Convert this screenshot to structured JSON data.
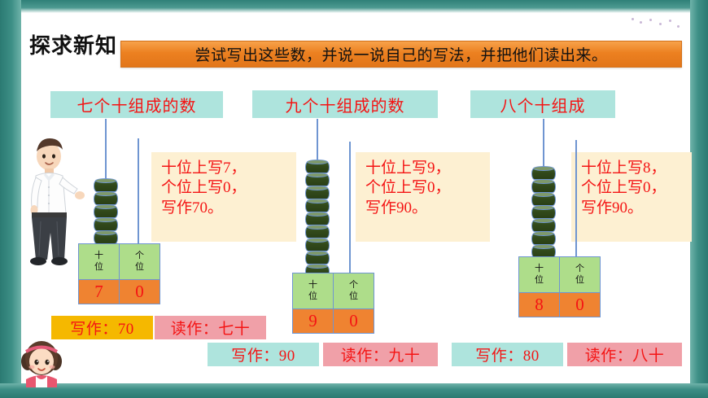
{
  "slide": {
    "section_title": "探求新知",
    "banner_text": "尝试写出这些数，并说一说自己的写法，并把他们读出来。"
  },
  "colors": {
    "frame_teal": "#2b7a72",
    "banner_orange": "#ec8020",
    "cyan_box": "#aee4dd",
    "cream_box": "#fdf0d2",
    "red_text": "#f41414",
    "green_header": "#aedd8a",
    "orange_cell": "#ef8331",
    "gold_chip": "#f5b800",
    "pink_chip": "#f0a0a8",
    "bead_green": "#31491b",
    "rod_blue": "#6f95d1"
  },
  "groups": [
    {
      "id": "group-70",
      "heading": "七个十组成的数",
      "explanation": [
        "十位上写7，",
        "个位上写0，",
        "写作70。"
      ],
      "abacus": {
        "beads": 7,
        "rod_label": "tens-rod"
      },
      "table": {
        "headers": [
          "十位",
          "个位"
        ],
        "digits": [
          "7",
          "0"
        ]
      },
      "write_chip": "写作：70",
      "read_chip": "读作：七十"
    },
    {
      "id": "group-90",
      "heading": "九个十组成的数",
      "explanation": [
        "十位上写9，",
        "个位上写0，",
        "写作90。"
      ],
      "abacus": {
        "beads": 9,
        "rod_label": "tens-rod"
      },
      "table": {
        "headers": [
          "十位",
          "个位"
        ],
        "digits": [
          "9",
          "0"
        ]
      },
      "write_chip": "写作：90",
      "read_chip": "读作：九十"
    },
    {
      "id": "group-80",
      "heading": "八个十组成",
      "explanation": [
        "十位上写8，",
        "个位上写0，",
        "写作90。"
      ],
      "abacus": {
        "beads": 8,
        "rod_label": "tens-rod"
      },
      "table": {
        "headers": [
          "十位",
          "个位"
        ],
        "digits": [
          "8",
          "0"
        ]
      },
      "write_chip": "写作：80",
      "read_chip": "读作：八十"
    }
  ],
  "characters": {
    "teacher": "teacher-illustration",
    "girl": "girl-illustration"
  }
}
